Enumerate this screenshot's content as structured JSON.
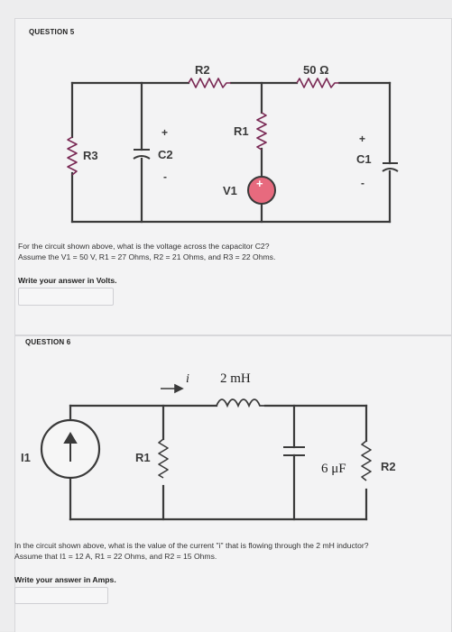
{
  "question5": {
    "title": "QUESTION 5",
    "circuit": {
      "labels": {
        "r2": "R2",
        "r50": "50 Ω",
        "r1": "R1",
        "r3": "R3",
        "c2": "C2",
        "v1": "V1",
        "c1": "C1"
      },
      "signs": {
        "plus": "+",
        "minus": "-",
        "source_plus": "+"
      }
    },
    "text_line1": "For the circuit shown above, what is the voltage across the capacitor C2?",
    "text_line2": "Assume the V1 = 50 V, R1 = 27 Ohms, R2 = 21 Ohms, and R3 = 22 Ohms.",
    "prompt": "Write your answer in Volts.",
    "answer_value": ""
  },
  "question6": {
    "title": "QUESTION 6",
    "circuit": {
      "labels": {
        "i": "i",
        "inductor": "2 mH",
        "i1": "I1",
        "r1": "R1",
        "cap": "6 μF",
        "r2": "R2"
      }
    },
    "text_line1": "In the circuit shown above, what is the value of the current \"i\" that is flowing through the 2 mH inductor?",
    "text_line2": "Assume that I1 = 12 A, R1 = 22 Ohms, and R2 = 15 Ohms.",
    "prompt": "Write your answer in Amps.",
    "answer_value": ""
  },
  "colors": {
    "wire": "#3a3a3a",
    "resistor": "#7a2a55",
    "source_fill": "#e76a7e",
    "text_red": "#7a2a55"
  }
}
